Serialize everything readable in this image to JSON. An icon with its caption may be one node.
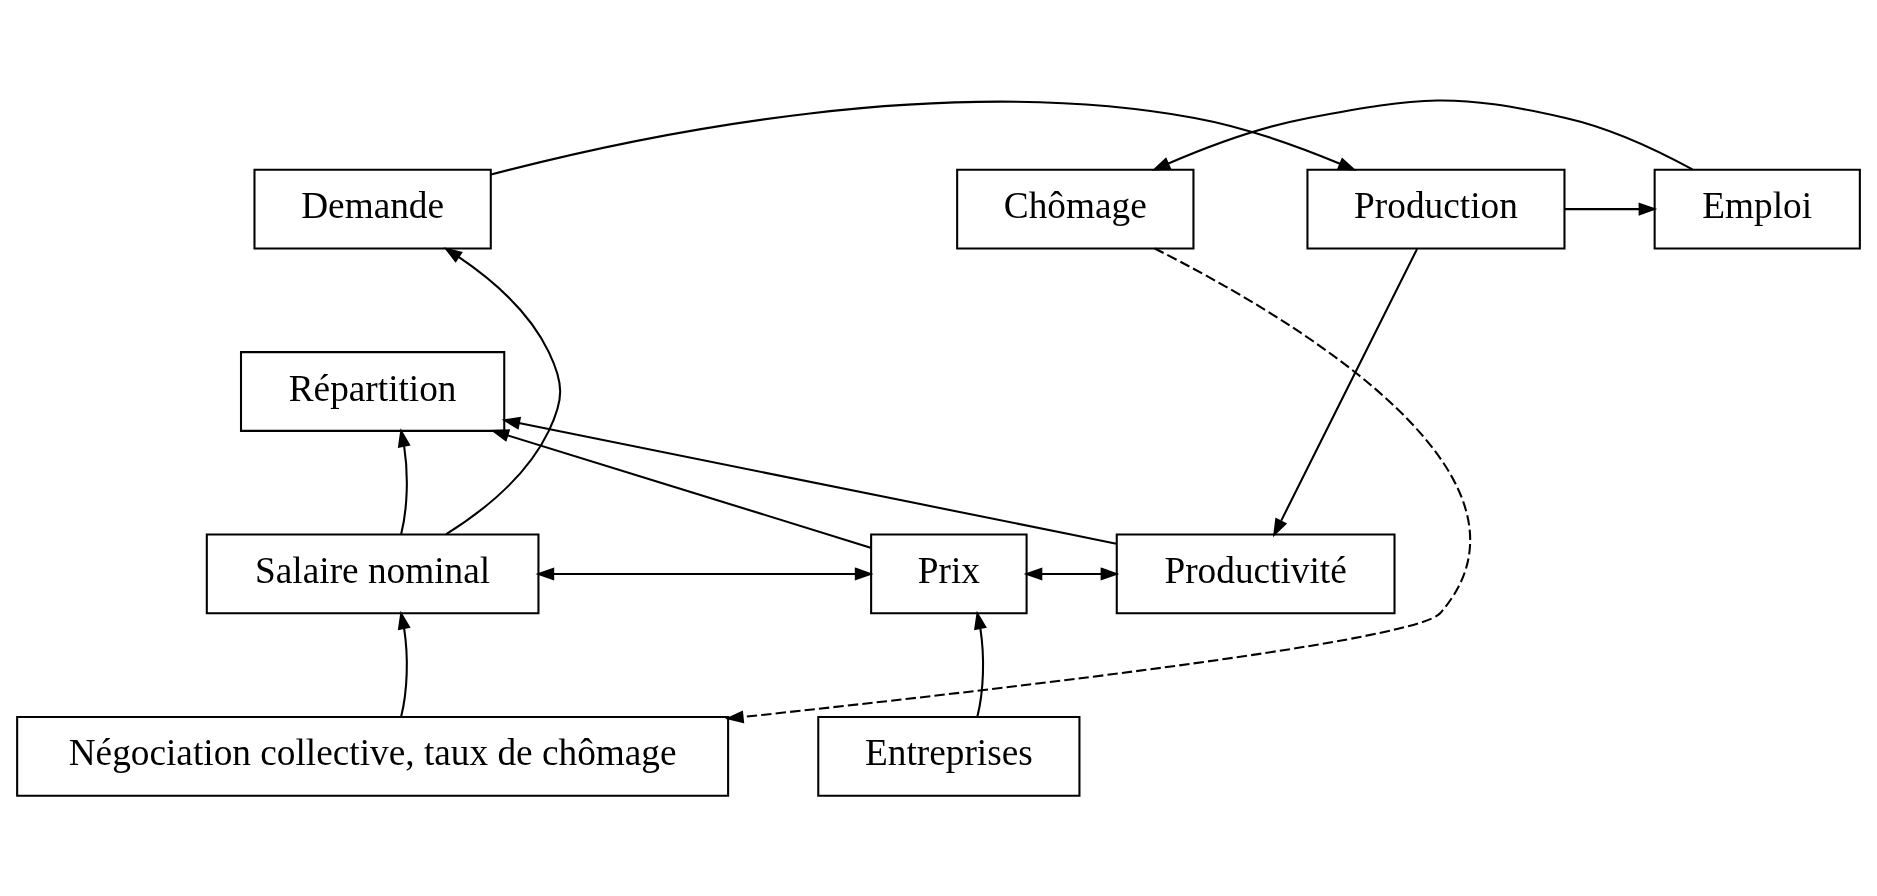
{
  "diagram": {
    "nodes": [
      {
        "text": [
          "Demande"
        ]
      },
      {
        "text": [
          "Production"
        ]
      },
      {
        "text": [
          "Emploi"
        ]
      },
      {
        "text": [
          "Chômage"
        ]
      },
      {
        "text": [
          "Répartition"
        ]
      },
      {
        "text": [
          "Salaire nominal"
        ]
      },
      {
        "text": [
          "Prix"
        ]
      },
      {
        "text": [
          "Productivité"
        ]
      },
      {
        "text": [
          "Négociation collective, taux de chômage"
        ]
      },
      {
        "text": [
          "Entreprises"
        ]
      }
    ],
    "edges": [
      {
        "from": 0,
        "to": 1,
        "arrow": "to"
      },
      {
        "from": 1,
        "to": 2,
        "arrow": "to"
      },
      {
        "from": 2,
        "to": 3,
        "arrow": "to"
      },
      {
        "from": 1,
        "to": 7,
        "arrow": "to"
      },
      {
        "from": 3,
        "to": 8,
        "arrow": "to",
        "style": "dashed"
      },
      {
        "from": 5,
        "to": 0,
        "arrow": "to"
      },
      {
        "from": 5,
        "to": 4,
        "arrow": "to"
      },
      {
        "from": 6,
        "to": 4,
        "arrow": "to"
      },
      {
        "from": 7,
        "to": 4,
        "arrow": "to"
      },
      {
        "from": 5,
        "to": 6,
        "arrow": "both"
      },
      {
        "from": 6,
        "to": 7,
        "arrow": "both"
      },
      {
        "from": 8,
        "to": 5,
        "arrow": "to"
      },
      {
        "from": 9,
        "to": 6,
        "arrow": "to"
      }
    ]
  }
}
